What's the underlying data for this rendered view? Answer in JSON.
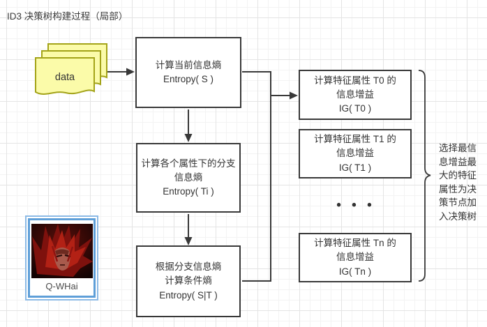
{
  "title": "ID3 决策树构建过程（局部）",
  "data_stack": {
    "label": "data"
  },
  "flow": {
    "boxes": [
      {
        "lines": [
          "计算当前信息熵",
          "Entropy( S )"
        ]
      },
      {
        "lines": [
          "计算各个属性下的分支",
          "信息熵",
          "Entropy( Ti )"
        ]
      },
      {
        "lines": [
          "根据分支信息熵",
          "计算条件熵",
          "Entropy( S|T )"
        ]
      }
    ]
  },
  "gain": {
    "boxes": [
      {
        "lines": [
          "计算特征属性 T0 的",
          "信息增益",
          "IG( T0 )"
        ]
      },
      {
        "lines": [
          "计算特征属性 T1 的",
          "信息增益",
          "IG( T1 )"
        ]
      },
      {
        "lines": [
          "计算特征属性 Tn 的",
          "信息增益",
          "IG( Tn )"
        ]
      }
    ],
    "ellipsis": "• • •"
  },
  "side_note": {
    "lines": [
      "选择最信",
      "息增益最",
      "大的特征",
      "属性为决",
      "策节点加",
      "入决策树"
    ],
    "full_text": "选择最信息增益最大的特征属性为决策节点加入决策树"
  },
  "watermark": {
    "label": "Q-WHai"
  },
  "colors": {
    "box_border": "#383838",
    "connector": "#383838",
    "note_fill": "#fbfba9",
    "note_border": "#a3a318",
    "frame_blue_outer": "#8cbae6",
    "frame_blue_inner": "#5e9fd8",
    "grid_minor": "#f3f3f3",
    "grid_major": "#e4e4e4"
  }
}
